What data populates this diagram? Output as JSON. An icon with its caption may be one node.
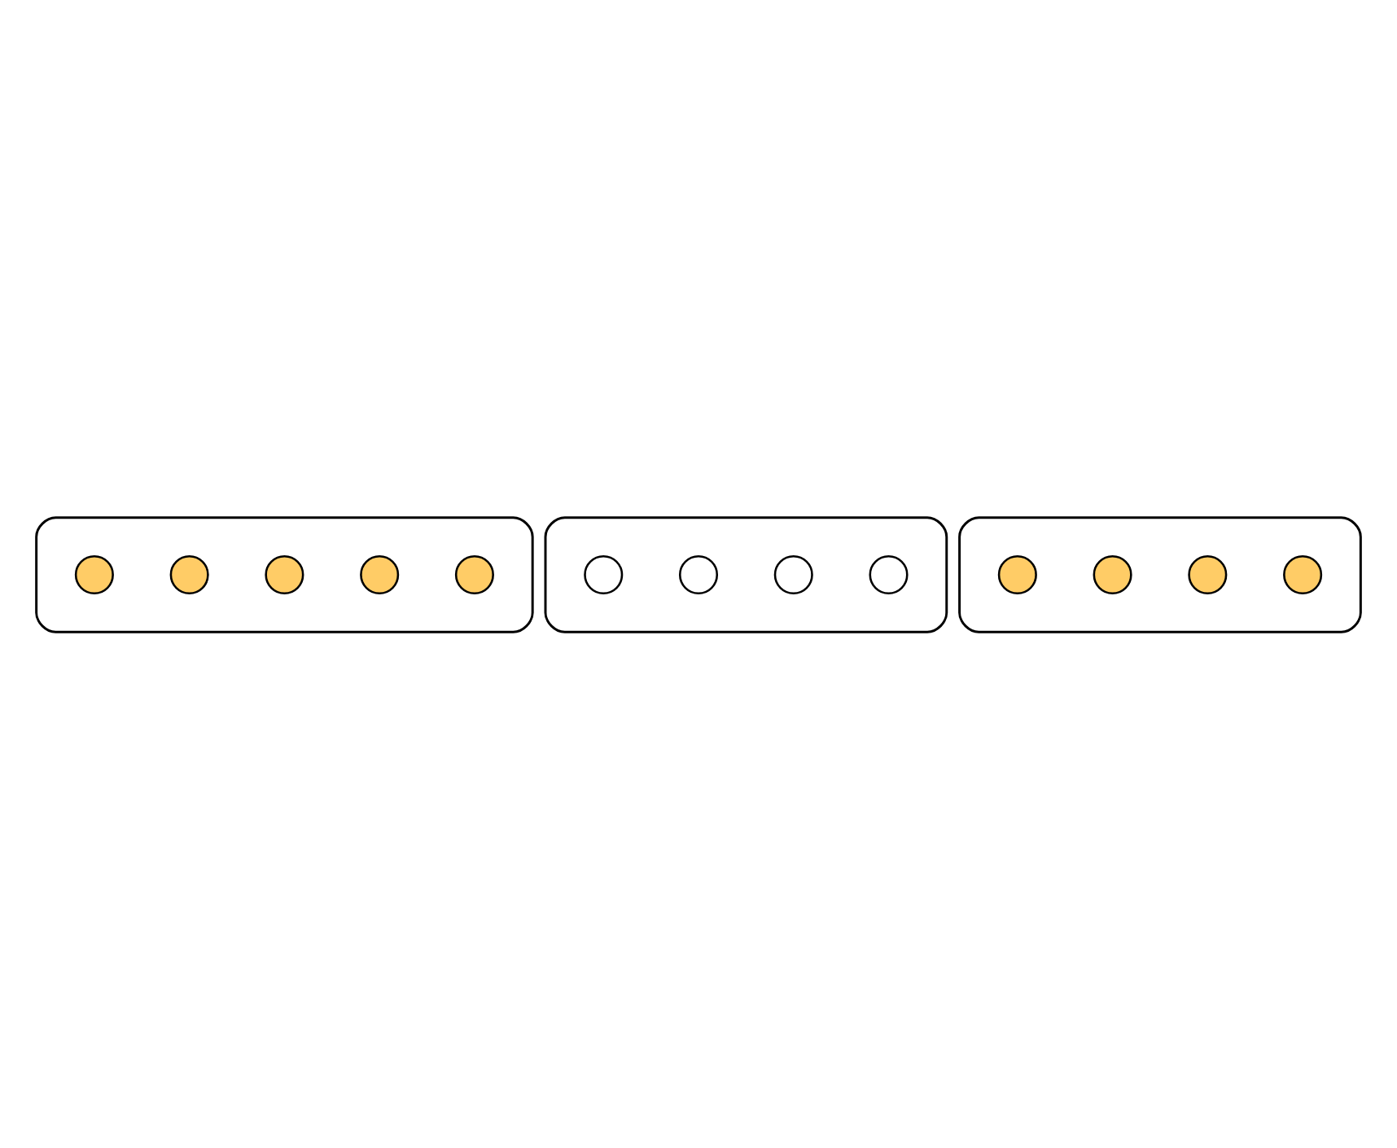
{
  "diagram": {
    "nodes": [
      {
        "text": [],
        "shape": "blob"
      },
      {
        "text": [],
        "shape": "circle",
        "in": 0
      },
      {
        "text": [],
        "shape": "circle",
        "in": 0
      },
      {
        "text": [],
        "shape": "circle",
        "in": 0
      },
      {
        "text": [],
        "shape": "circle",
        "in": 0
      },
      {
        "text": [],
        "shape": "circle",
        "in": 0
      },
      {
        "text": [],
        "shape": "blob"
      },
      {
        "text": [],
        "shape": "circle",
        "in": 6
      },
      {
        "text": [],
        "shape": "circle",
        "in": 6
      },
      {
        "text": [],
        "shape": "circle",
        "in": 6
      },
      {
        "text": [],
        "shape": "circle",
        "in": 6
      },
      {
        "text": [],
        "shape": "blob"
      },
      {
        "text": [],
        "shape": "circle",
        "in": 11
      },
      {
        "text": [],
        "shape": "circle",
        "in": 11
      },
      {
        "text": [],
        "shape": "circle",
        "in": 11
      },
      {
        "text": [],
        "shape": "circle",
        "in": 11
      }
    ]
  }
}
